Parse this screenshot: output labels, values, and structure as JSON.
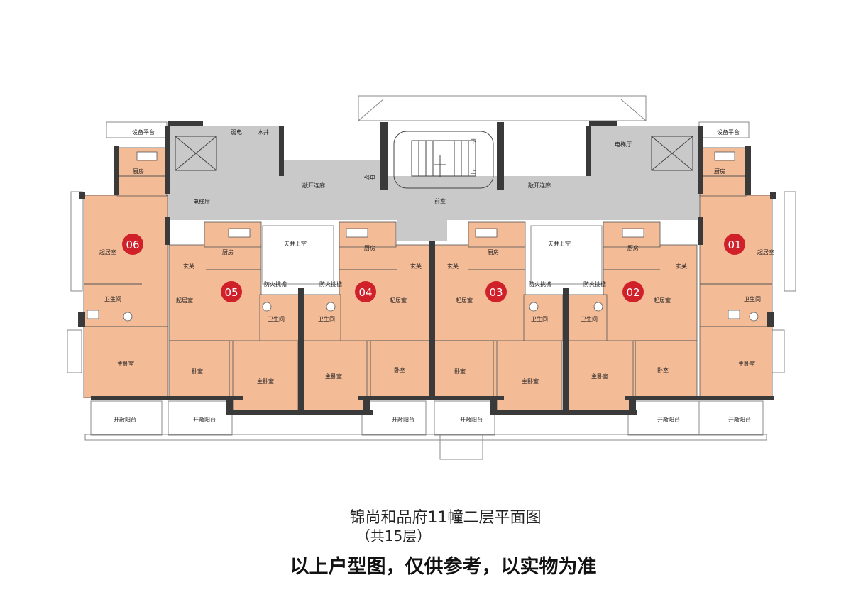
{
  "title": "锦尚和品府11幢二层平面图",
  "subtitle": "（共15层）",
  "disclaimer": "以上户型图，仅供参考，以实物为准",
  "colors": {
    "unit": "#f4bb97",
    "core": "#c9c9c9",
    "wall": "#3a3a3a",
    "badge": "#d0202a",
    "line": "#777777"
  },
  "units": [
    {
      "number": "06",
      "living": "起居室",
      "kitchen": "厨房",
      "bathroom": "卫生间",
      "master": "主卧室",
      "balcony": "开敞阳台",
      "platform": "设备平台"
    },
    {
      "number": "05",
      "living": "起居室",
      "kitchen": "厨房",
      "bathroom": "卫生间",
      "master": "主卧室",
      "bedroom": "卧室",
      "entry": "玄关",
      "balcony": "开敞阳台"
    },
    {
      "number": "04",
      "living": "起居室",
      "kitchen": "厨房",
      "bathroom": "卫生间",
      "master": "主卧室",
      "bedroom": "卧室",
      "entry": "玄关",
      "balcony": "开敞阳台"
    },
    {
      "number": "03",
      "living": "起居室",
      "kitchen": "厨房",
      "bathroom": "卫生间",
      "master": "主卧室",
      "bedroom": "卧室",
      "entry": "玄关",
      "balcony": "开敞阳台"
    },
    {
      "number": "02",
      "living": "起居室",
      "kitchen": "厨房",
      "bathroom": "卫生间",
      "master": "主卧室",
      "bedroom": "卧室",
      "entry": "玄关",
      "balcony": "开敞阳台"
    },
    {
      "number": "01",
      "living": "起居室",
      "kitchen": "厨房",
      "bathroom": "卫生间",
      "master": "主卧室",
      "balcony": "开敞阳台",
      "platform": "设备平台"
    }
  ],
  "core_labels": {
    "corridor_left": "敞开连廊",
    "corridor_right": "敞开连廊",
    "elevator_hall_left": "电梯厅",
    "elevator_hall_right": "电梯厅",
    "weak_current": "弱电",
    "water_well": "水井",
    "strong_current": "强电",
    "stair_front": "前室",
    "stair_down": "下",
    "stair_up": "上",
    "atrium_left": "天井上空",
    "atrium_right": "天井上空",
    "fire_eave": "防火挑檐"
  }
}
